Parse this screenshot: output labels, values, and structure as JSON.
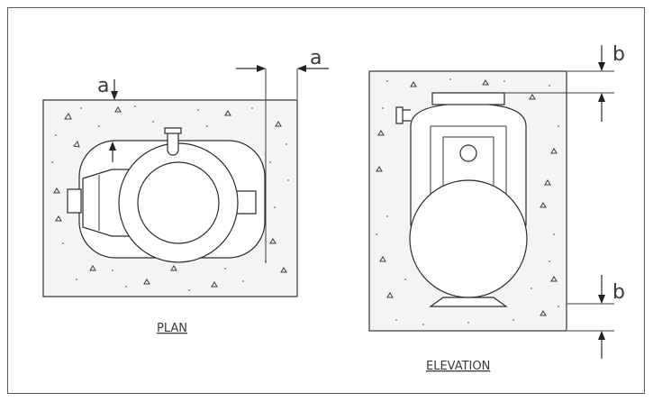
{
  "plan": {
    "title": "PLAN",
    "dim_label": "a"
  },
  "elevation": {
    "title": "ELEVATION",
    "dim_label": "b"
  }
}
